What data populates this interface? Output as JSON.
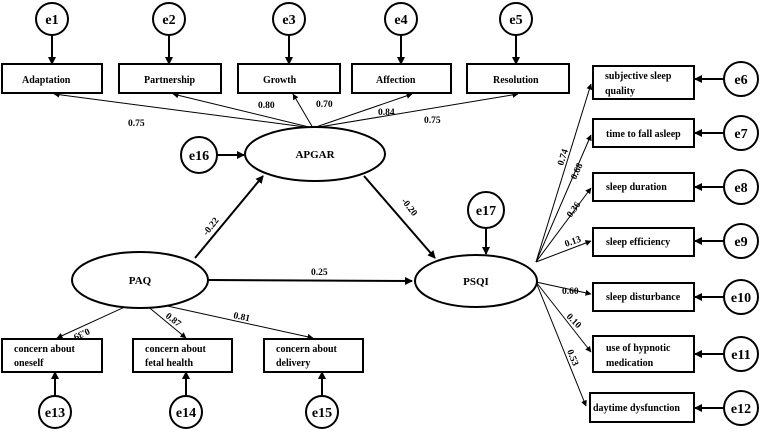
{
  "latent": {
    "apgar": "APGAR",
    "paq": "PAQ",
    "psqi": "PSQI"
  },
  "indicators": {
    "adaptation": "Adaptation",
    "partnership": "Partnership",
    "growth": "Growth",
    "affection": "Affection",
    "resolution": "Resolution",
    "subjective_sleep_1": "subjective sleep",
    "subjective_sleep_2": "quality",
    "time_to_fall_asleep": "time to fall asleep",
    "sleep_duration": "sleep duration",
    "sleep_efficiency": "sleep efficiency",
    "sleep_disturbance": "sleep disturbance",
    "hypnotic_1": "use of hypnotic",
    "hypnotic_2": "medication",
    "daytime_dysfunction": "daytime dysfunction",
    "oneself_1": "concern about",
    "oneself_2": "oneself",
    "fetal_1": "concern about",
    "fetal_2": "fetal health",
    "delivery_1": "concern about",
    "delivery_2": "delivery"
  },
  "errors": [
    "e1",
    "e2",
    "e3",
    "e4",
    "e5",
    "e6",
    "e7",
    "e8",
    "e9",
    "e10",
    "e11",
    "e12",
    "e13",
    "e14",
    "e15",
    "e16",
    "e17"
  ],
  "coefficients": {
    "adaptation": "0.75",
    "partnership": "0.80",
    "growth": "0.70",
    "affection": "0.84",
    "resolution": "0.75",
    "subjective_sleep": "0.74",
    "time_to_fall_asleep": "0.68",
    "sleep_duration": "0.36",
    "sleep_efficiency": "0.13",
    "sleep_disturbance": "0.60",
    "hypnotic": "0.10",
    "daytime_dysfunction": "0.53",
    "oneself": "0.39",
    "fetal_health": "0.87",
    "delivery": "0.81",
    "paq_apgar": "-0.22",
    "apgar_psqi": "-0.20",
    "paq_psqi": "0.25"
  }
}
